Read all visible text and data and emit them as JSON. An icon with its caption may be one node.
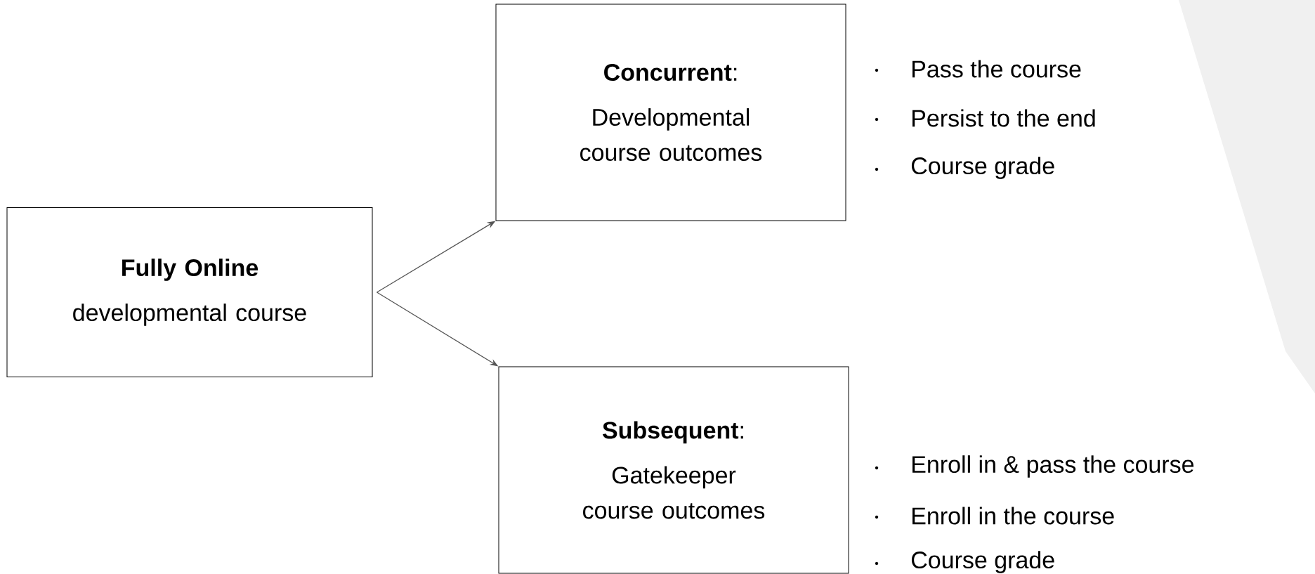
{
  "diagram": {
    "nodes": [
      {
        "text": [
          "Fully Online",
          "developmental course"
        ]
      },
      {
        "text": [
          "**Concurrent**:",
          "Developmental course outcomes"
        ]
      },
      {
        "text": [
          "**Subsequent**:",
          "Gatekeeper course outcomes"
        ]
      }
    ],
    "edges": [
      {
        "from": 0,
        "to": 1,
        "arrow": "to"
      },
      {
        "from": 0,
        "to": 2,
        "arrow": "to"
      }
    ],
    "labels": [
      "Pass the course",
      "Persist to the end",
      "Course grade",
      "Enroll in & pass the course",
      "Enroll in the course",
      "Course grade"
    ]
  }
}
